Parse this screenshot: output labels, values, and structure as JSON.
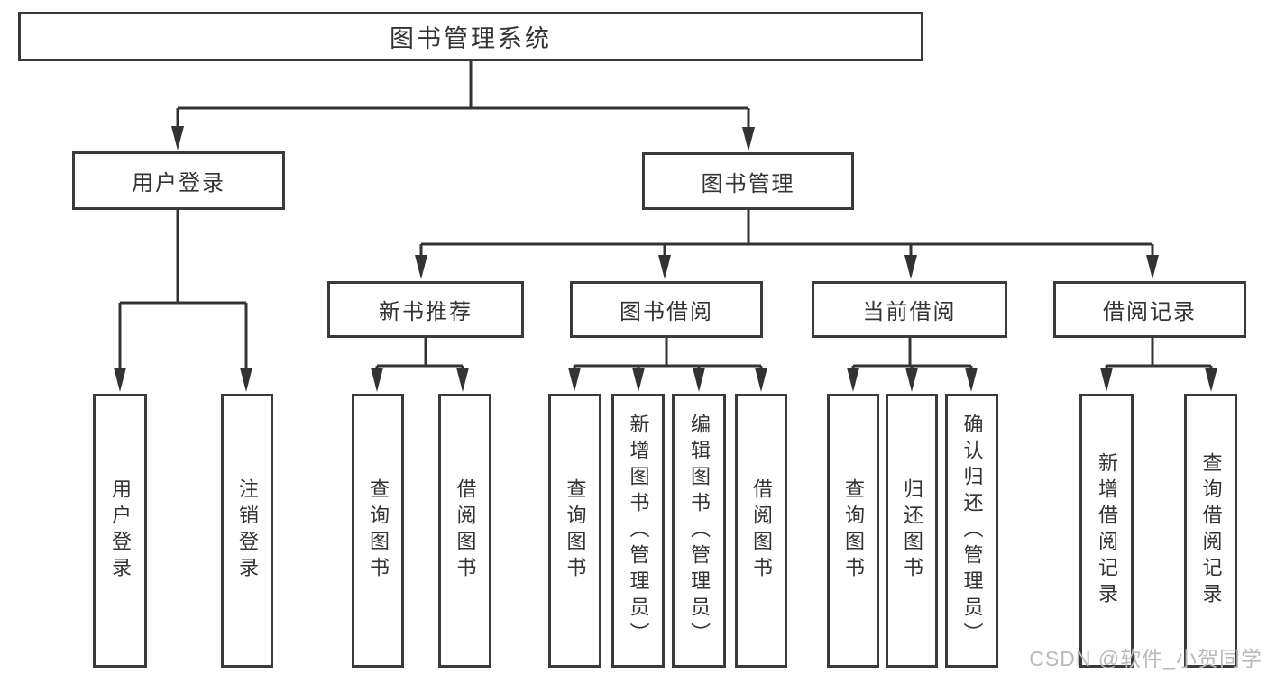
{
  "diagram": {
    "type": "tree",
    "tree": {
      "label": "图书管理系统",
      "children": [
        {
          "label": "用户登录",
          "children": [
            {
              "label": "用户登录"
            },
            {
              "label": "注销登录"
            }
          ]
        },
        {
          "label": "图书管理",
          "children": [
            {
              "label": "新书推荐",
              "children": [
                {
                  "label": "查询图书"
                },
                {
                  "label": "借阅图书"
                }
              ]
            },
            {
              "label": "图书借阅",
              "children": [
                {
                  "label": "查询图书"
                },
                {
                  "label": "新增图书（管理员）"
                },
                {
                  "label": "编辑图书（管理员）"
                },
                {
                  "label": "借阅图书"
                }
              ]
            },
            {
              "label": "当前借阅",
              "children": [
                {
                  "label": "查询图书"
                },
                {
                  "label": "归还图书"
                },
                {
                  "label": "确认归还（管理员）"
                }
              ]
            },
            {
              "label": "借阅记录",
              "children": [
                {
                  "label": "新增借阅记录"
                },
                {
                  "label": "查询借阅记录"
                }
              ]
            }
          ]
        }
      ]
    },
    "colors": {
      "line": "#333333",
      "box_border": "#3a3a3a",
      "text": "#333333",
      "background": "#ffffff",
      "watermark": "#b9b9b9"
    }
  },
  "watermark": "CSDN @软件_小贺同学"
}
